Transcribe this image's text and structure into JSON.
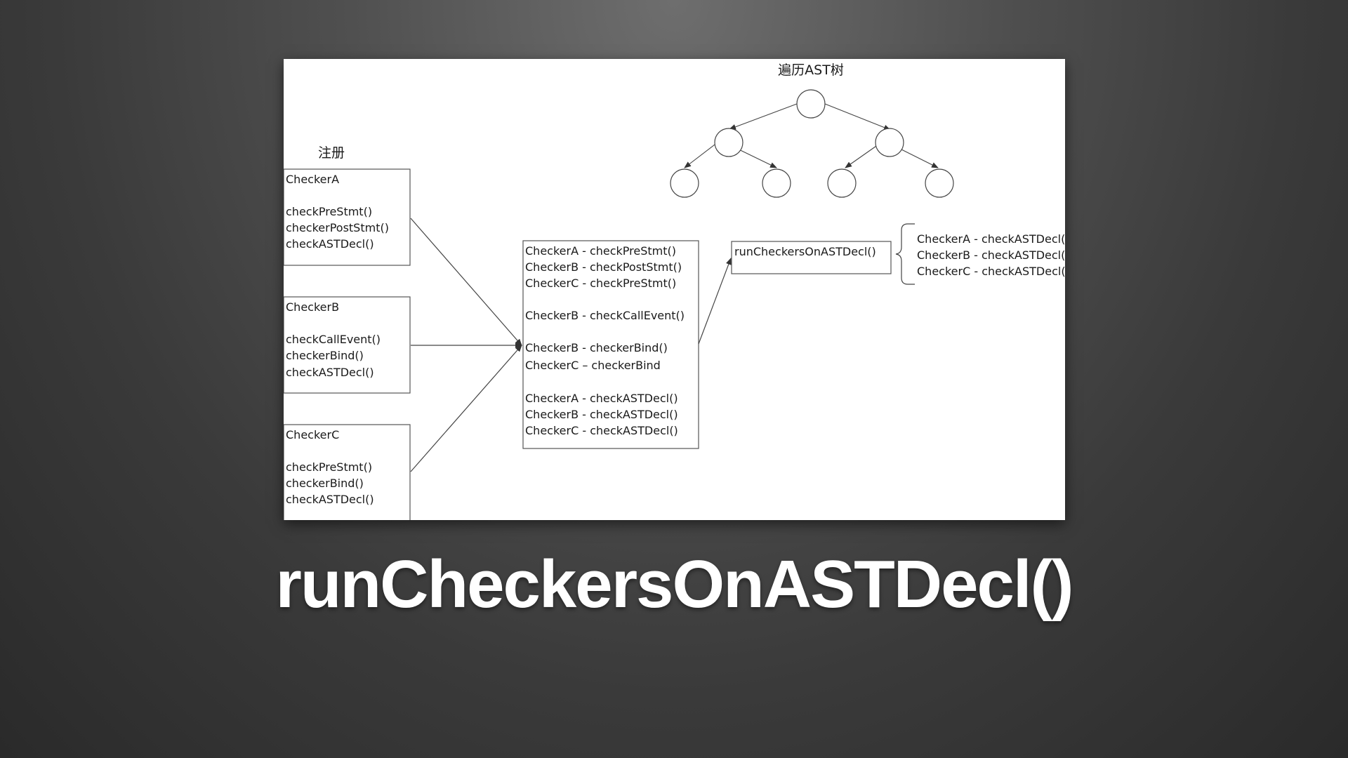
{
  "register": {
    "label": "注册",
    "checkers": [
      {
        "name": "CheckerA",
        "methods": [
          "checkPreStmt()",
          "checkerPostStmt()",
          "checkASTDecl()"
        ]
      },
      {
        "name": "CheckerB",
        "methods": [
          "checkCallEvent()",
          "checkerBind()",
          "checkASTDecl()"
        ]
      },
      {
        "name": "CheckerC",
        "methods": [
          "checkPreStmt()",
          "checkerBind()",
          "checkASTDecl()"
        ]
      }
    ]
  },
  "registry": {
    "groups": [
      [
        "CheckerA - checkPreStmt()",
        "CheckerB - checkPostStmt()",
        "CheckerC - checkPreStmt()"
      ],
      [
        "CheckerB - checkCallEvent()"
      ],
      [
        "CheckerB - checkerBind()",
        "CheckerC  –  checkerBind"
      ],
      [
        "CheckerA - checkASTDecl()",
        "CheckerB - checkASTDecl()",
        "CheckerC - checkASTDecl()"
      ]
    ]
  },
  "run_box": {
    "label": "runCheckersOnASTDecl()"
  },
  "run_calls": [
    "CheckerA - checkASTDecl()",
    "CheckerB - checkASTDecl()",
    "CheckerC - checkASTDecl()"
  ],
  "tree": {
    "label": "遍历AST树"
  },
  "slide": {
    "title": "runCheckersOnASTDecl()"
  }
}
